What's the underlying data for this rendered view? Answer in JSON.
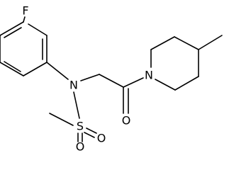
{
  "molecule": {
    "atoms": {
      "fluorine": "F",
      "nitrogen_sulfonamide": "N",
      "nitrogen_piperidine": "N",
      "oxygen_carbonyl": "O",
      "sulfur": "S",
      "oxygen_sulfonyl_1": "O",
      "oxygen_sulfonyl_2": "O"
    }
  },
  "colors": {
    "background": "#ffffff",
    "bond": "#000000",
    "label": "#000000"
  }
}
